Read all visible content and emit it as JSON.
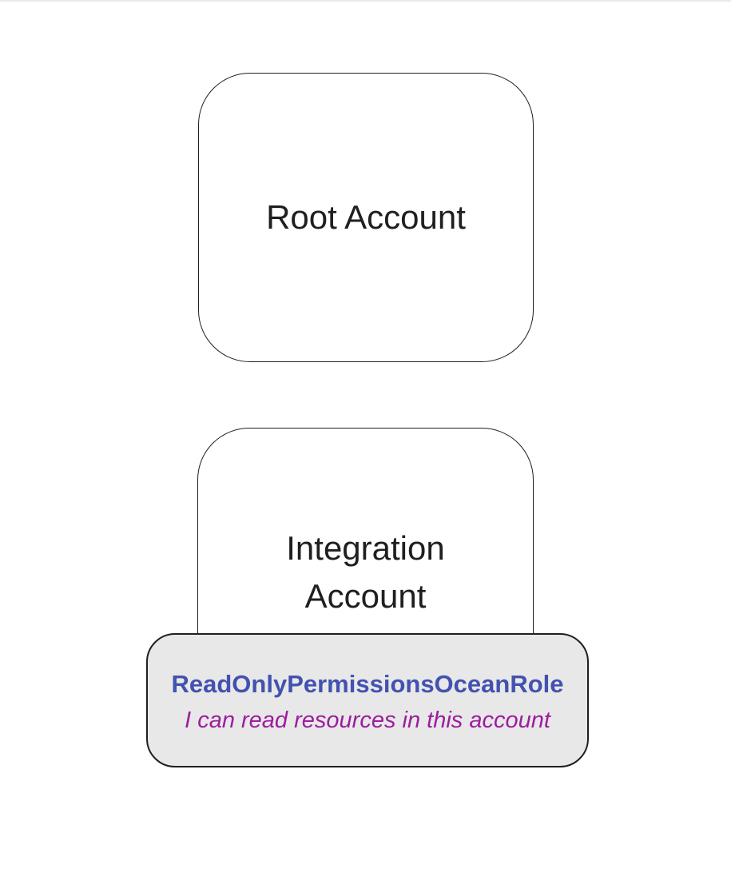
{
  "colors": {
    "page_bg": "#ffffff",
    "box_border": "#1f1f1f",
    "box_bg": "#ffffff",
    "label_text": "#1f1f1f",
    "badge_bg": "#e8e8e8",
    "badge_border": "#1f1f1f",
    "role_name": "#4352b0",
    "role_desc": "#9c1d9f",
    "top_rule": "#e9e9e9"
  },
  "diagram": {
    "root_account": {
      "label": "Root Account"
    },
    "integration_account": {
      "label": "Integration Account"
    },
    "role_badge": {
      "name": "ReadOnlyPermissionsOceanRole",
      "description": "I can read resources in this account"
    }
  }
}
